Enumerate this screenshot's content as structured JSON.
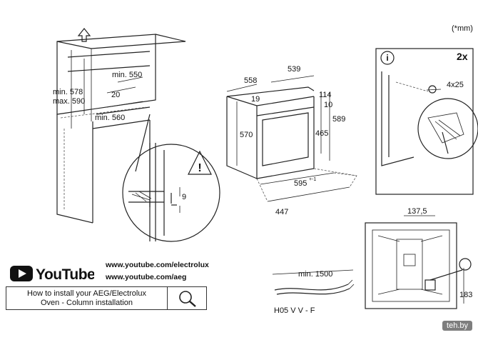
{
  "units_note": "(*mm)",
  "column": {
    "heights": [
      "min. 578",
      "max. 590"
    ],
    "depth_min": "min. 550",
    "gap": "20",
    "width_min": "min. 560",
    "detail_gap": "9"
  },
  "oven": {
    "top_width": "558",
    "top_depth": "539",
    "d19": "19",
    "d114": "114",
    "d10": "10",
    "h570": "570",
    "h465": "465",
    "h589": "589",
    "w595": "595",
    "w595_sup": "+-1",
    "d447": "447"
  },
  "fixing": {
    "info_symbol": "i",
    "count": "2x",
    "screw": "4x25"
  },
  "rear": {
    "width": "137,5",
    "height": "183"
  },
  "video": {
    "youtube_label": "YouTube",
    "urls": [
      "www.youtube.com/electrolux",
      "www.youtube.com/aeg"
    ],
    "caption_lines": [
      "How to install your AEG/Electrolux",
      "Oven - Column installation"
    ]
  },
  "cable": {
    "min_length": "min. 1500",
    "type": "H05 V V - F"
  },
  "watermark": "teh.by",
  "colors": {
    "youtube_red": "#e62117",
    "line": "#222222"
  }
}
